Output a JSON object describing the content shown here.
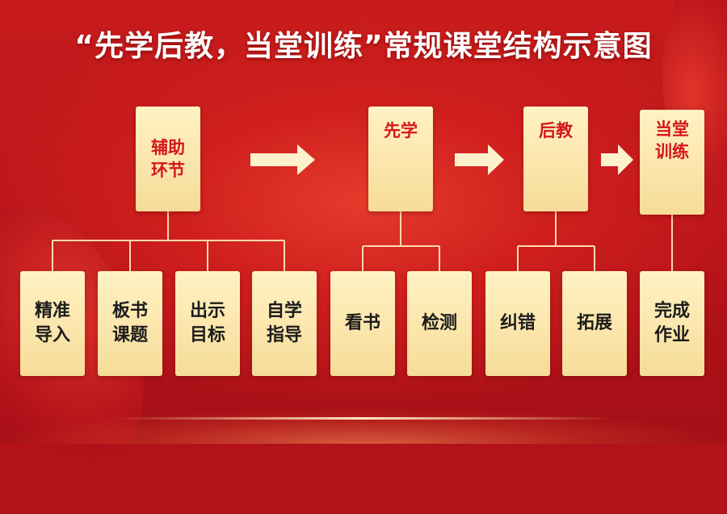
{
  "title": "“先学后教，当堂训练”常规课堂结构示意图",
  "top_nodes": [
    {
      "id": "auxiliary",
      "label": "辅助\n环节"
    },
    {
      "id": "learn_first",
      "label": "先学"
    },
    {
      "id": "teach_after",
      "label": "后教"
    },
    {
      "id": "practice",
      "label": "当堂\n训练"
    }
  ],
  "bottom_nodes": [
    {
      "parent": "auxiliary",
      "label": "精准\n导入"
    },
    {
      "parent": "auxiliary",
      "label": "板书\n课题"
    },
    {
      "parent": "auxiliary",
      "label": "出示\n目标"
    },
    {
      "parent": "auxiliary",
      "label": "自学\n指导"
    },
    {
      "parent": "learn_first",
      "label": "看书"
    },
    {
      "parent": "learn_first",
      "label": "检测"
    },
    {
      "parent": "teach_after",
      "label": "纠错"
    },
    {
      "parent": "teach_after",
      "label": "拓展"
    },
    {
      "parent": "practice",
      "label": "完成\n作业"
    }
  ],
  "colors": {
    "background": "#b3121a",
    "box_fill": "#fdeab4",
    "top_text": "#d4161c",
    "bottom_text": "#1c1c1c",
    "connector": "#ffd9b0",
    "arrow": "#fff1cc"
  }
}
